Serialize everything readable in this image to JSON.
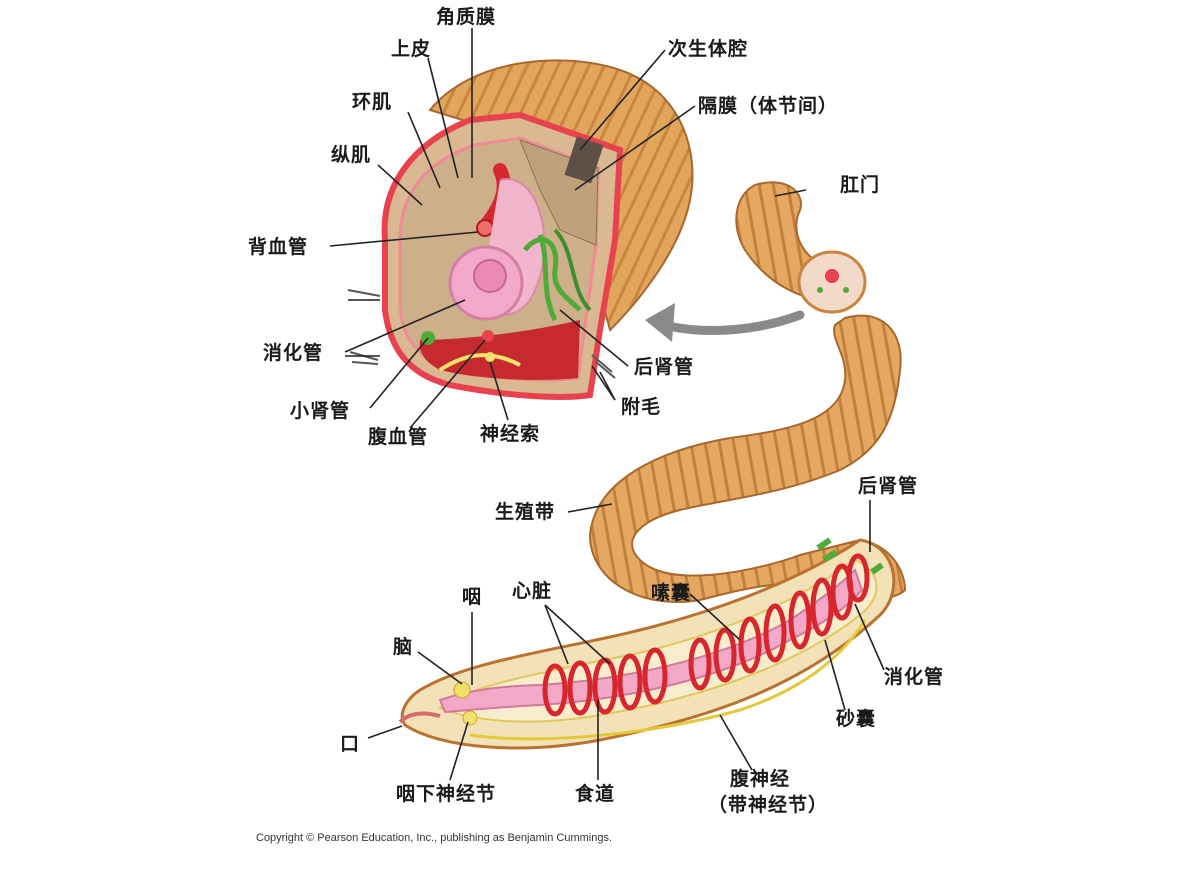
{
  "labels": {
    "jiaozhimo": "角质膜",
    "shangpi": "上皮",
    "huanji": "环肌",
    "zongji": "纵肌",
    "beixueguan": "背血管",
    "xiaohuaguan_top": "消化管",
    "xiaoshenguan": "小肾管",
    "fuxueguan": "腹血管",
    "shenjingsuo": "神经索",
    "cishengtiqiang": "次生体腔",
    "gemo": "隔膜（体节间）",
    "gangmen": "肛门",
    "houshenguan_top": "后肾管",
    "fumao": "附毛",
    "shengzhidai": "生殖带",
    "houshenguan_bottom": "后肾管",
    "yan": "咽",
    "xinzang": "心脏",
    "sunang": "嗉囊",
    "nao": "脑",
    "xiaohuaguan_bottom": "消化管",
    "shanang": "砂囊",
    "kou": "口",
    "yanxia": "咽下神经节",
    "shidao": "食道",
    "fushenjing": "腹神经",
    "daishenjing": "（带神经节）"
  },
  "copyright": "Copyright © Pearson Education, Inc., publishing as Benjamin Cummings.",
  "colors": {
    "body": "#e2a55c",
    "body_dark": "#b9722f",
    "cuticle": "#e8424f",
    "gut": "#f3a8c6",
    "coelom": "#c9b08c",
    "nephridia": "#4faa3a",
    "nerve": "#f1e06a",
    "arrow": "#8a8a8a"
  }
}
